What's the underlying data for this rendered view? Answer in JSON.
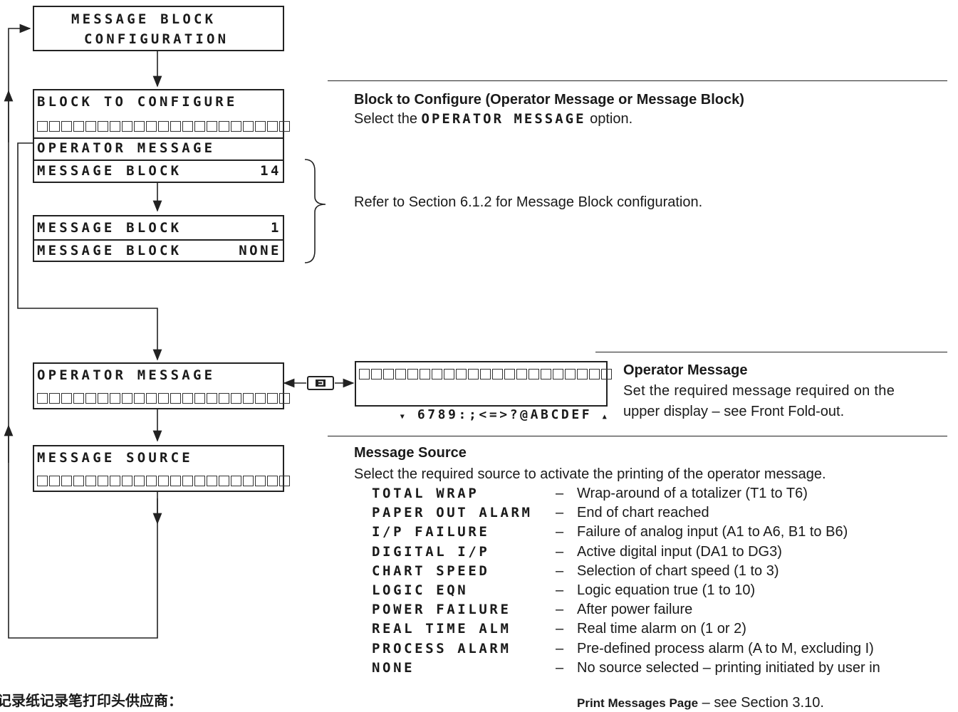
{
  "flow": {
    "title_line1": "MESSAGE BLOCK",
    "title_line2": "CONFIGURATION",
    "block_to_configure": "BLOCK TO CONFIGURE",
    "operator_message_option": "OPERATOR MESSAGE",
    "message_block_label": "MESSAGE BLOCK",
    "message_block_14": "14",
    "message_block_1": "1",
    "message_block_none": "NONE",
    "operator_message": "OPERATOR MESSAGE",
    "message_source": "MESSAGE SOURCE",
    "edit_display_chars": "6789:;<=>?@ABCDEF"
  },
  "descriptions": {
    "block_heading": "Block to Configure (Operator Message or Message Block)",
    "block_text_prefix": "Select the",
    "block_text_code": "OPERATOR MESSAGE",
    "block_text_suffix": "option.",
    "refer_text": "Refer to Section 6.1.2 for Message Block configuration.",
    "opmsg_heading": "Operator Message",
    "opmsg_line1": "Set the required message required on the",
    "opmsg_line2": "upper display – see Front Fold-out.",
    "source_heading": "Message Source",
    "source_intro": "Select the required source to activate the printing of the operator message.",
    "source_last_link": "Print Messages Page",
    "source_last_suffix": "– see Section 3.10."
  },
  "sources": [
    {
      "code": "TOTAL WRAP",
      "dash": "–",
      "desc": "Wrap-around of a totalizer (T1 to T6)"
    },
    {
      "code": "PAPER OUT ALARM",
      "dash": "–",
      "desc": "End of chart reached"
    },
    {
      "code": "I/P FAILURE",
      "dash": "–",
      "desc": "Failure of analog input (A1 to A6, B1 to B6)"
    },
    {
      "code": "DIGITAL I/P",
      "dash": "–",
      "desc": "Active digital input (DA1 to DG3)"
    },
    {
      "code": "CHART SPEED",
      "dash": "–",
      "desc": "Selection of chart speed (1 to 3)"
    },
    {
      "code": "LOGIC EQN",
      "dash": "–",
      "desc": "Logic equation true (1 to 10)"
    },
    {
      "code": "POWER FAILURE",
      "dash": "–",
      "desc": "After power failure"
    },
    {
      "code": "REAL TIME ALM",
      "dash": "–",
      "desc": "Real time alarm on (1 or 2)"
    },
    {
      "code": "PROCESS ALARM",
      "dash": "–",
      "desc": "Pre-defined process alarm (A to M, excluding I)"
    },
    {
      "code": "NONE",
      "dash": "–",
      "desc": "No source selected – printing initiated by user in"
    }
  ],
  "footer_cn": "记录纸记录笔打印头供应商："
}
